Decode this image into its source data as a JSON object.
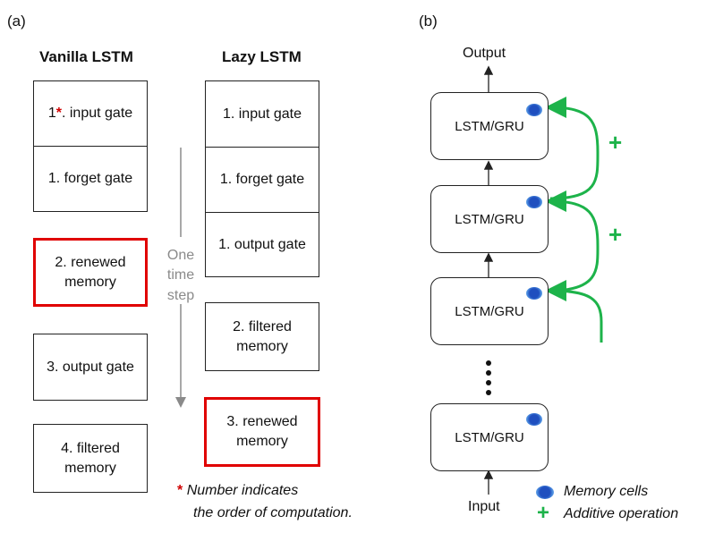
{
  "panel_a": {
    "label": "(a)",
    "vanilla": {
      "title": "Vanilla LSTM",
      "top_box": {
        "input_gate_num": "1",
        "input_gate_star": "*",
        "input_gate_text": ". input gate",
        "forget_gate": "1. forget gate"
      },
      "renewed_memory": "2. renewed\nmemory",
      "output_gate": "3. output gate",
      "filtered_memory": "4. filtered\nmemory"
    },
    "timestep_label": "One\ntime\nstep",
    "lazy": {
      "title": "Lazy LSTM",
      "top_box": {
        "input_gate": "1. input gate",
        "forget_gate": "1. forget gate",
        "output_gate": "1. output gate"
      },
      "filtered_memory": "2. filtered\nmemory",
      "renewed_memory": "3. renewed\nmemory"
    },
    "footnote": {
      "star": "*",
      "line1": "Number indicates",
      "line2": "the order of computation."
    },
    "colors": {
      "highlight": "#e00000",
      "arrow_gray": "#8a8a8a"
    }
  },
  "panel_b": {
    "label": "(b)",
    "output_label": "Output",
    "input_label": "Input",
    "nodes": [
      "LSTM/GRU",
      "LSTM/GRU",
      "LSTM/GRU",
      "LSTM/GRU"
    ],
    "plus_signs": [
      "+",
      "+"
    ],
    "legend": {
      "memory_cells": "Memory cells",
      "additive_symbol": "+",
      "additive_operation": "Additive operation"
    },
    "colors": {
      "additive": "#1db34a",
      "memory_cell": "#2f6fd0"
    }
  }
}
